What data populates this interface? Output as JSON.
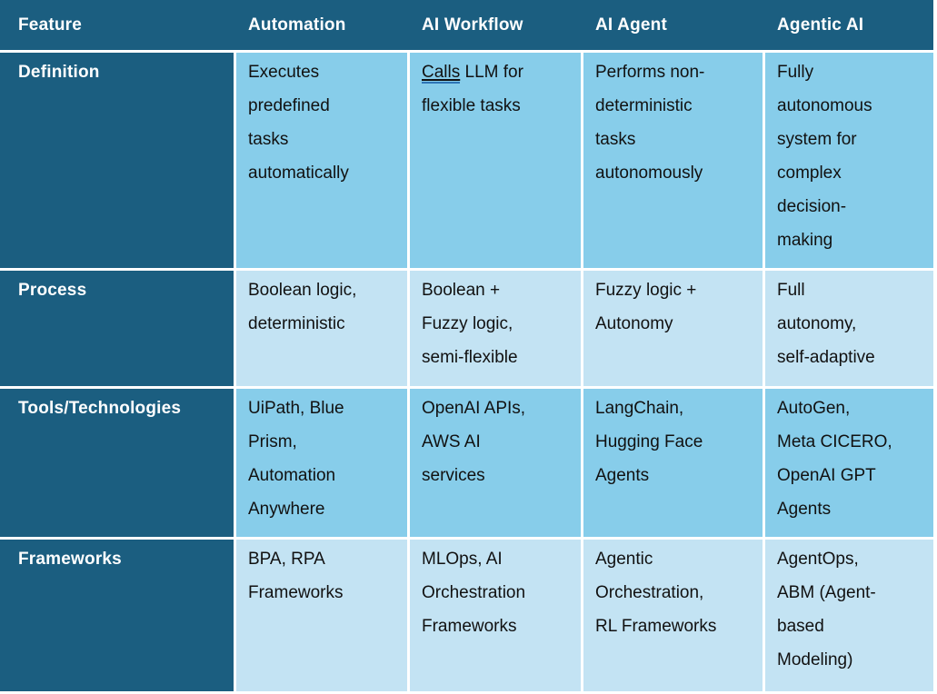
{
  "colors": {
    "header_bg": "#1B5E80",
    "row_label_bg": "#1B5E80",
    "row_alt1_bg": "#87CDEA",
    "row_alt2_bg": "#C3E3F3",
    "header_text": "#FFFFFF",
    "cell_text": "#111111",
    "link_underline": "#2E75B6",
    "divider": "#FFFFFF"
  },
  "chart_data": {
    "type": "table",
    "title": "",
    "columns": [
      "Feature",
      "Automation",
      "AI Workflow",
      "AI Agent",
      "Agentic AI"
    ],
    "rows": [
      [
        "Definition",
        "Executes predefined tasks automatically",
        "Calls LLM for flexible tasks",
        "Performs non-deterministic tasks autonomously",
        "Fully autonomous system for complex decision-making"
      ],
      [
        "Process",
        "Boolean logic, deterministic",
        "Boolean + Fuzzy logic, semi-flexible",
        "Fuzzy logic + Autonomy",
        "Full autonomy, self-adaptive"
      ],
      [
        "Tools/Technologies",
        "UiPath, Blue Prism, Automation Anywhere",
        "OpenAI APIs, AWS AI services",
        "LangChain, Hugging Face Agents",
        "AutoGen, Meta CICERO, OpenAI GPT Agents"
      ],
      [
        "Frameworks",
        "BPA, RPA Frameworks",
        "MLOps, AI Orchestration Frameworks",
        "Agentic Orchestration, RL Frameworks",
        "AgentOps, ABM (Agent-based Modeling)"
      ]
    ],
    "layout_hints": {
      "header_style": "dark teal band, white bold text",
      "row_label_column_style": "dark teal, white bold text",
      "body_row_colors_alternate": [
        "#87CDEA",
        "#C3E3F3"
      ],
      "linked_text": "Calls (underlined, in AI Workflow / Definition cell)"
    }
  },
  "table": {
    "columns": [
      "Feature",
      "Automation",
      "AI Workflow",
      "AI Agent",
      "Agentic AI"
    ],
    "rows": [
      {
        "feature": "Definition",
        "cells": {
          "automation": "Executes\npredefined\ntasks\nautomatically",
          "ai_workflow_linked_word": "Calls",
          "ai_workflow_rest": " LLM for\nflexible tasks",
          "ai_agent": "Performs non-\ndeterministic\ntasks\nautonomously",
          "agentic_ai": "Fully\nautonomous\nsystem for\ncomplex\ndecision-\nmaking"
        }
      },
      {
        "feature": "Process",
        "cells": {
          "automation": "Boolean logic,\ndeterministic",
          "ai_workflow": "Boolean +\nFuzzy logic,\nsemi-flexible",
          "ai_agent": "Fuzzy logic +\nAutonomy",
          "agentic_ai": "Full\nautonomy,\nself-adaptive"
        }
      },
      {
        "feature": "Tools/Technologies",
        "cells": {
          "automation": "UiPath, Blue\nPrism,\nAutomation\nAnywhere",
          "ai_workflow": "OpenAI APIs,\nAWS AI\nservices",
          "ai_agent": "LangChain,\nHugging Face\nAgents",
          "agentic_ai": "AutoGen,\nMeta CICERO,\nOpenAI GPT\nAgents"
        }
      },
      {
        "feature": "Frameworks",
        "cells": {
          "automation": "BPA, RPA\nFrameworks",
          "ai_workflow": "MLOps, AI\nOrchestration\nFrameworks",
          "ai_agent": "Agentic\nOrchestration,\nRL Frameworks",
          "agentic_ai": "AgentOps,\nABM (Agent-\nbased\nModeling)"
        }
      }
    ]
  }
}
